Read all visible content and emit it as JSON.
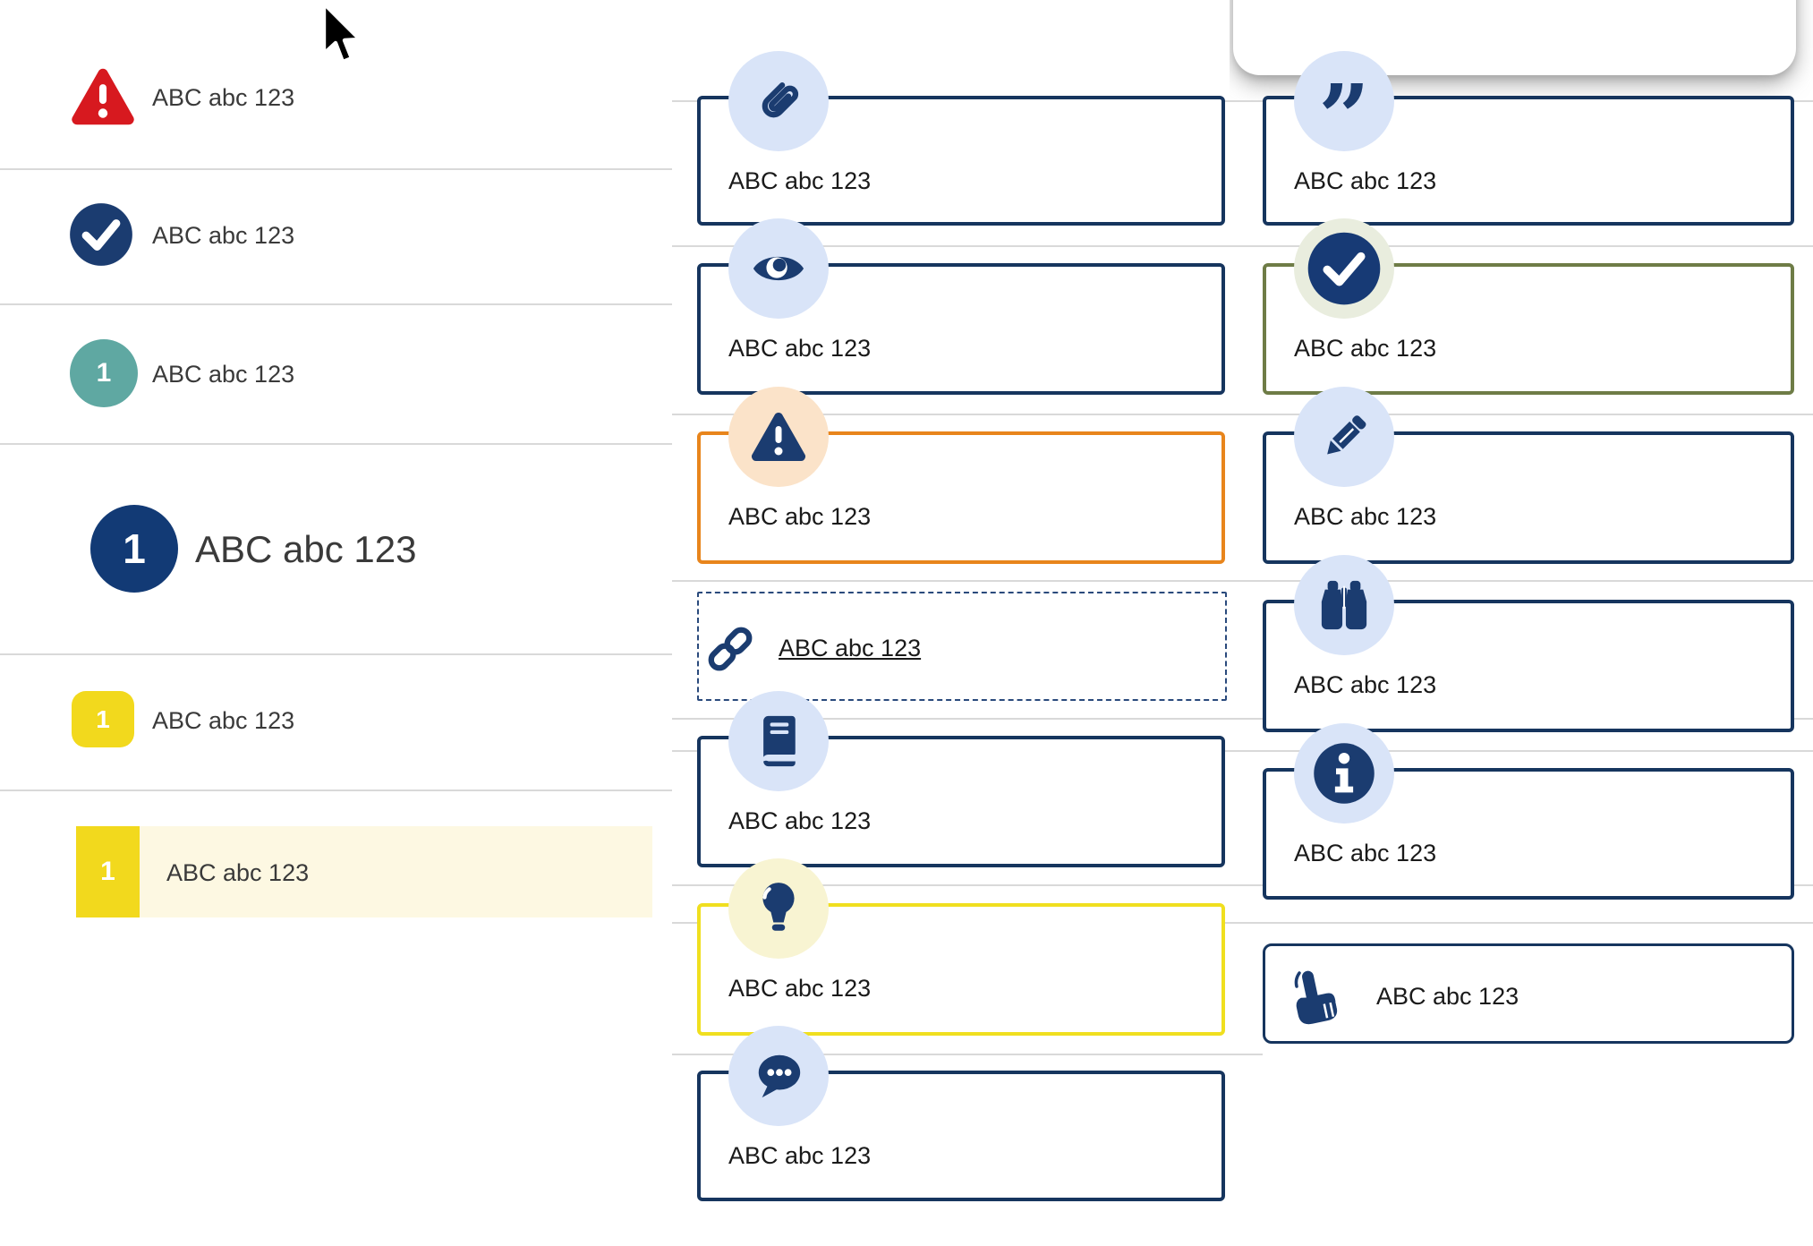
{
  "page": {
    "background": "#ffffff"
  },
  "colors": {
    "navy_border": "#16355e",
    "navy_glyph": "#1b3c70",
    "orange_border": "#e8851c",
    "yellow_border": "#f0df1f",
    "olive_border": "#6e7c46",
    "red_warning": "#d7191f",
    "teal_badge": "#5fa8a2",
    "yellow_badge": "#f2d91d",
    "icon_circle_blue": "#d9e4f8",
    "icon_circle_peach": "#fbe3c9",
    "icon_circle_pale_yellow": "#f8f4d2",
    "icon_circle_sage": "#e9edde",
    "row_highlight": "#fdf8e2",
    "divider": "#d9d9d9"
  },
  "glyphs": {
    "quote": "”",
    "info": "i"
  },
  "left_list": {
    "items": [
      {
        "icon": "warning-triangle-icon",
        "label": "ABC abc 123"
      },
      {
        "icon": "check-circle-icon",
        "label": "ABC abc 123"
      },
      {
        "icon": "teal-number-badge",
        "badge_text": "1",
        "label": "ABC abc 123"
      },
      {
        "icon": "navy-number-badge-large",
        "badge_text": "1",
        "label": "ABC abc 123",
        "size": "large"
      },
      {
        "icon": "yellow-number-badge",
        "badge_text": "1",
        "label": "ABC abc 123"
      },
      {
        "icon": "yellow-number-badge",
        "badge_text": "1",
        "label": "ABC abc 123",
        "highlighted": true
      }
    ]
  },
  "middle_cards": [
    {
      "icon": "paperclip-icon",
      "style": "navy",
      "text": "ABC abc 123"
    },
    {
      "icon": "eye-icon",
      "style": "navy",
      "text": "ABC abc 123"
    },
    {
      "icon": "warning-triangle-icon",
      "style": "orange",
      "text": "ABC abc 123"
    },
    {
      "icon": "link-icon",
      "style": "dashed",
      "text": "ABC abc 123",
      "is_link": true
    },
    {
      "icon": "book-icon",
      "style": "navy",
      "text": "ABC abc 123"
    },
    {
      "icon": "lightbulb-icon",
      "style": "yellow",
      "text": "ABC abc 123"
    },
    {
      "icon": "chat-icon",
      "style": "navy",
      "text": "ABC abc 123"
    }
  ],
  "right_cards": [
    {
      "icon": "quote-icon",
      "style": "navy",
      "text": "ABC abc 123"
    },
    {
      "icon": "check-circle-icon",
      "style": "olive",
      "text": "ABC abc 123"
    },
    {
      "icon": "pencil-icon",
      "style": "navy",
      "text": "ABC abc 123"
    },
    {
      "icon": "binoculars-icon",
      "style": "navy",
      "text": "ABC abc 123"
    },
    {
      "icon": "info-icon",
      "style": "navy",
      "text": "ABC abc 123"
    },
    {
      "icon": "hand-point-icon",
      "style": "navy-thin",
      "text": "ABC abc 123"
    }
  ]
}
